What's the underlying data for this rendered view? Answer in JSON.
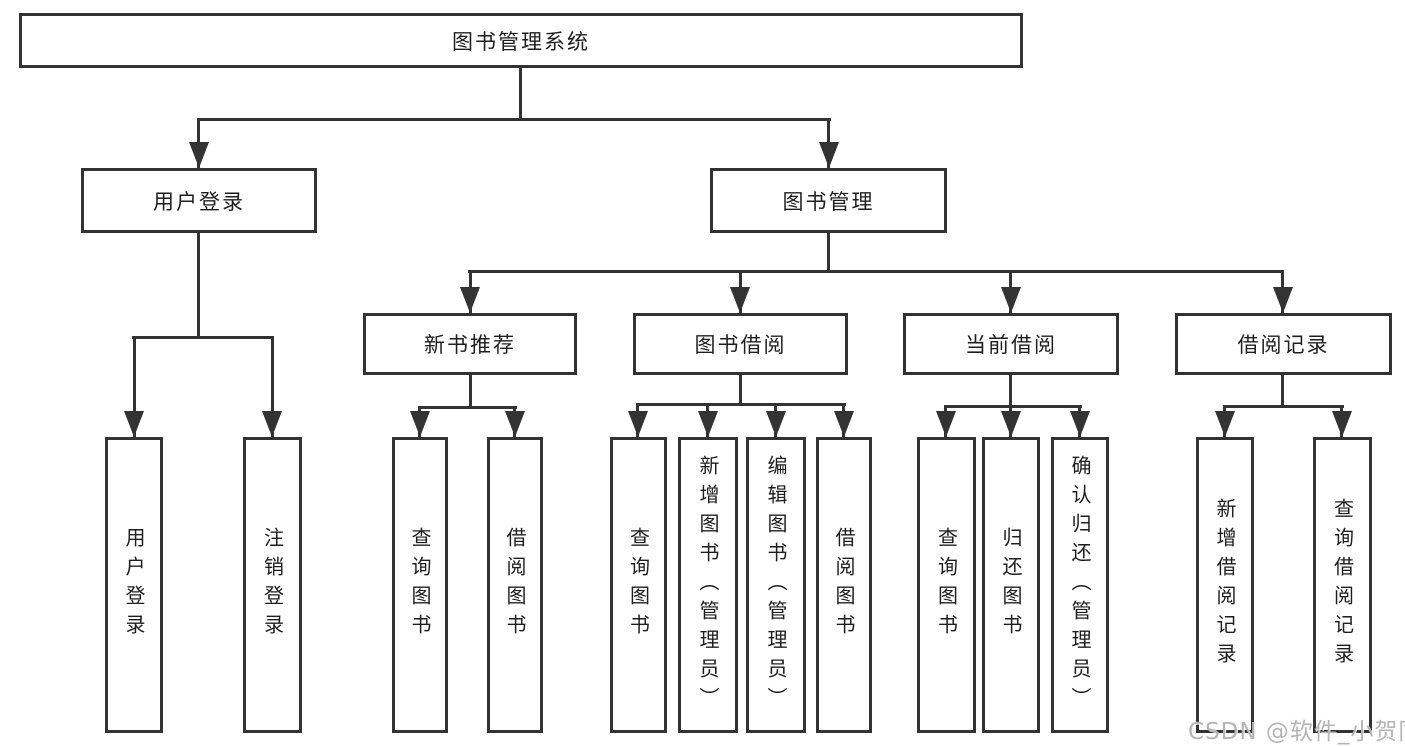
{
  "tree": {
    "label": "图书管理系统",
    "children": [
      {
        "label": "用户登录",
        "children": [
          {
            "label": "用户登录"
          },
          {
            "label": "注销登录"
          }
        ]
      },
      {
        "label": "图书管理",
        "children": [
          {
            "label": "新书推荐",
            "children": [
              {
                "label": "查询图书"
              },
              {
                "label": "借阅图书"
              }
            ]
          },
          {
            "label": "图书借阅",
            "children": [
              {
                "label": "查询图书"
              },
              {
                "label": "新增图书（管理员）"
              },
              {
                "label": "编辑图书（管理员）"
              },
              {
                "label": "借阅图书"
              }
            ]
          },
          {
            "label": "当前借阅",
            "children": [
              {
                "label": "查询图书"
              },
              {
                "label": "归还图书"
              },
              {
                "label": "确认归还（管理员）"
              }
            ]
          },
          {
            "label": "借阅记录",
            "children": [
              {
                "label": "新增借阅记录"
              },
              {
                "label": "查询借阅记录"
              }
            ]
          }
        ]
      }
    ]
  },
  "watermark": {
    "text": "CSDN @软件_小贺同学"
  },
  "colors": {
    "line": "#333333",
    "node_border": "#333333",
    "text": "#1e1e1e",
    "watermark": "#b5b5b5",
    "background": "#ffffff"
  }
}
